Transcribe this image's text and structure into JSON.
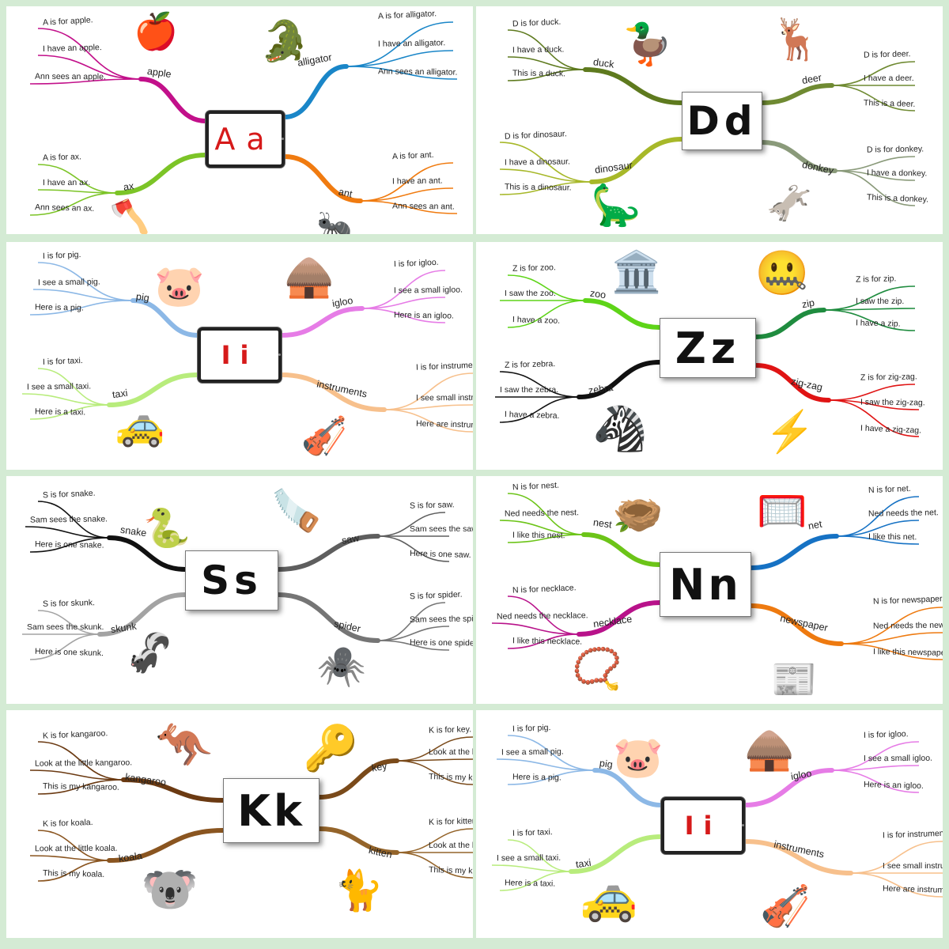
{
  "panels": [
    {
      "letters": "Aa",
      "words": [
        "apple",
        "alligator",
        "ax",
        "ant"
      ],
      "apple": [
        "A is for apple.",
        "I have an apple.",
        "Ann sees an apple."
      ],
      "alligator": [
        "A is for alligator.",
        "I have an alligator.",
        "Ann sees an alligator."
      ],
      "ax": [
        "A is for ax.",
        "I have an ax.",
        "Ann sees an ax."
      ],
      "ant": [
        "A is for ant.",
        "I have an ant.",
        "Ann sees an ant."
      ],
      "colors": [
        "#c2108a",
        "#1a86c8",
        "#7cc427",
        "#f07b10"
      ],
      "center_text_color": "#d61a1a",
      "icons": [
        "apple-icon",
        "alligator-icon",
        "ax-icon",
        "ant-icon"
      ]
    },
    {
      "letters": "Dd",
      "words": [
        "duck",
        "deer",
        "dinosaur",
        "donkey"
      ],
      "duck": [
        "D is for duck.",
        "I have a duck.",
        "This is a duck."
      ],
      "deer": [
        "D is for deer.",
        "I have a deer.",
        "This is a deer."
      ],
      "dinosaur": [
        "D is for dinosaur.",
        "I have a dinosaur.",
        "This is a dinosaur."
      ],
      "donkey": [
        "D is for donkey.",
        "I have a donkey.",
        "This is a donkey."
      ],
      "colors": [
        "#5e7a1e",
        "#6f8a32",
        "#a7b829",
        "#8a9a7a"
      ],
      "center_text_color": "#111111",
      "icons": [
        "duck-icon",
        "deer-icon",
        "dinosaur-icon",
        "donkey-icon"
      ]
    },
    {
      "letters": "Ii",
      "words": [
        "pig",
        "igloo",
        "taxi",
        "instruments"
      ],
      "pig": [
        "I is for pig.",
        "I see a small pig.",
        "Here is a pig."
      ],
      "igloo": [
        "I is for igloo.",
        "I see a small igloo.",
        "Here is an igloo."
      ],
      "taxi": [
        "I is for taxi.",
        "I see a small taxi.",
        "Here is a taxi."
      ],
      "instruments": [
        "I is for instruments.",
        "I see small instruments.",
        "Here are instruments."
      ],
      "colors": [
        "#8cb8e6",
        "#e67ce6",
        "#b8ec7c",
        "#f7c08c"
      ],
      "center_text_color": "#d61a1a",
      "icons": [
        "pig-icon",
        "igloo-icon",
        "taxi-icon",
        "instruments-icon"
      ]
    },
    {
      "letters": "Zz",
      "words": [
        "zoo",
        "zip",
        "zebra",
        "zig-zag"
      ],
      "zoo": [
        "Z is for zoo.",
        "I saw the zoo.",
        "I have a zoo."
      ],
      "zip": [
        "Z is for zip.",
        "I saw the zip.",
        "I have a zip."
      ],
      "zebra": [
        "Z is for zebra.",
        "I saw the zebra.",
        "I have a zebra."
      ],
      "zig-zag": [
        "Z is for zig-zag.",
        "I saw the zig-zag.",
        "I have a zig-zag."
      ],
      "colors": [
        "#5ed418",
        "#1f8c3f",
        "#111111",
        "#e01414"
      ],
      "center_text_color": "#111111",
      "icons": [
        "zoo-icon",
        "zipper-icon",
        "zebra-icon",
        "zigzag-icon"
      ]
    },
    {
      "letters": "Ss",
      "words": [
        "snake",
        "saw",
        "skunk",
        "spider"
      ],
      "snake": [
        "S is for snake.",
        "Sam sees the snake.",
        "Here is one snake."
      ],
      "saw": [
        "S is for saw.",
        "Sam sees the saw.",
        "Here is one saw."
      ],
      "skunk": [
        "S is for skunk.",
        "Sam sees the skunk.",
        "Here is one skunk."
      ],
      "spider": [
        "S is for spider.",
        "Sam sees the spider.",
        "Here is one spider."
      ],
      "colors": [
        "#111111",
        "#5e5e5e",
        "#a3a3a3",
        "#757575"
      ],
      "center_text_color": "#111111",
      "icons": [
        "snake-icon",
        "saw-icon",
        "skunk-icon",
        "spider-icon"
      ]
    },
    {
      "letters": "Nn",
      "words": [
        "nest",
        "net",
        "necklace",
        "newspaper"
      ],
      "nest": [
        "N is for nest.",
        "Ned needs the nest.",
        "I like this nest."
      ],
      "net": [
        "N is for net.",
        "Ned needs the net.",
        "I like this net."
      ],
      "necklace": [
        "N is for necklace.",
        "Ned needs the necklace.",
        "I like this necklace."
      ],
      "newspaper": [
        "N is for newspaper.",
        "Ned needs the newspaper.",
        "I like this newspaper."
      ],
      "colors": [
        "#6cc418",
        "#1672c4",
        "#b8128a",
        "#ee7a10"
      ],
      "center_text_color": "#111111",
      "icons": [
        "nest-icon",
        "net-icon",
        "necklace-icon",
        "newspaper-icon"
      ]
    },
    {
      "letters": "Kk",
      "words": [
        "kangaroo",
        "key",
        "koala",
        "kitten"
      ],
      "kangaroo": [
        "K is for kangaroo.",
        "Look at the little kangaroo.",
        "This is my kangaroo."
      ],
      "key": [
        "K is for key.",
        "Look at the little key.",
        "This is my key."
      ],
      "koala": [
        "K is for koala.",
        "Look at the little koala.",
        "This is my koala."
      ],
      "kitten": [
        "K is for kitten.",
        "Look at the little kitten.",
        "This is my kitten."
      ],
      "colors": [
        "#6b3a12",
        "#7a4a1a",
        "#8a5520",
        "#94642a"
      ],
      "center_text_color": "#111111",
      "icons": [
        "kangaroo-icon",
        "key-icon",
        "koala-icon",
        "kitten-icon"
      ]
    },
    {
      "letters": "Ii",
      "words": [
        "pig",
        "igloo",
        "taxi",
        "instruments"
      ],
      "pig": [
        "I is for pig.",
        "I see a small pig.",
        "Here is a pig."
      ],
      "igloo": [
        "I is for igloo.",
        "I see a small igloo.",
        "Here is an igloo."
      ],
      "taxi": [
        "I is for taxi.",
        "I see a small taxi.",
        "Here is a taxi."
      ],
      "instruments": [
        "I is for instruments.",
        "I see small instruments.",
        "Here are instruments."
      ],
      "colors": [
        "#8cb8e6",
        "#e67ce6",
        "#b8ec7c",
        "#f7c08c"
      ],
      "center_text_color": "#d61a1a",
      "icons": [
        "pig-icon",
        "igloo-icon",
        "taxi-icon",
        "instruments-icon"
      ]
    }
  ]
}
